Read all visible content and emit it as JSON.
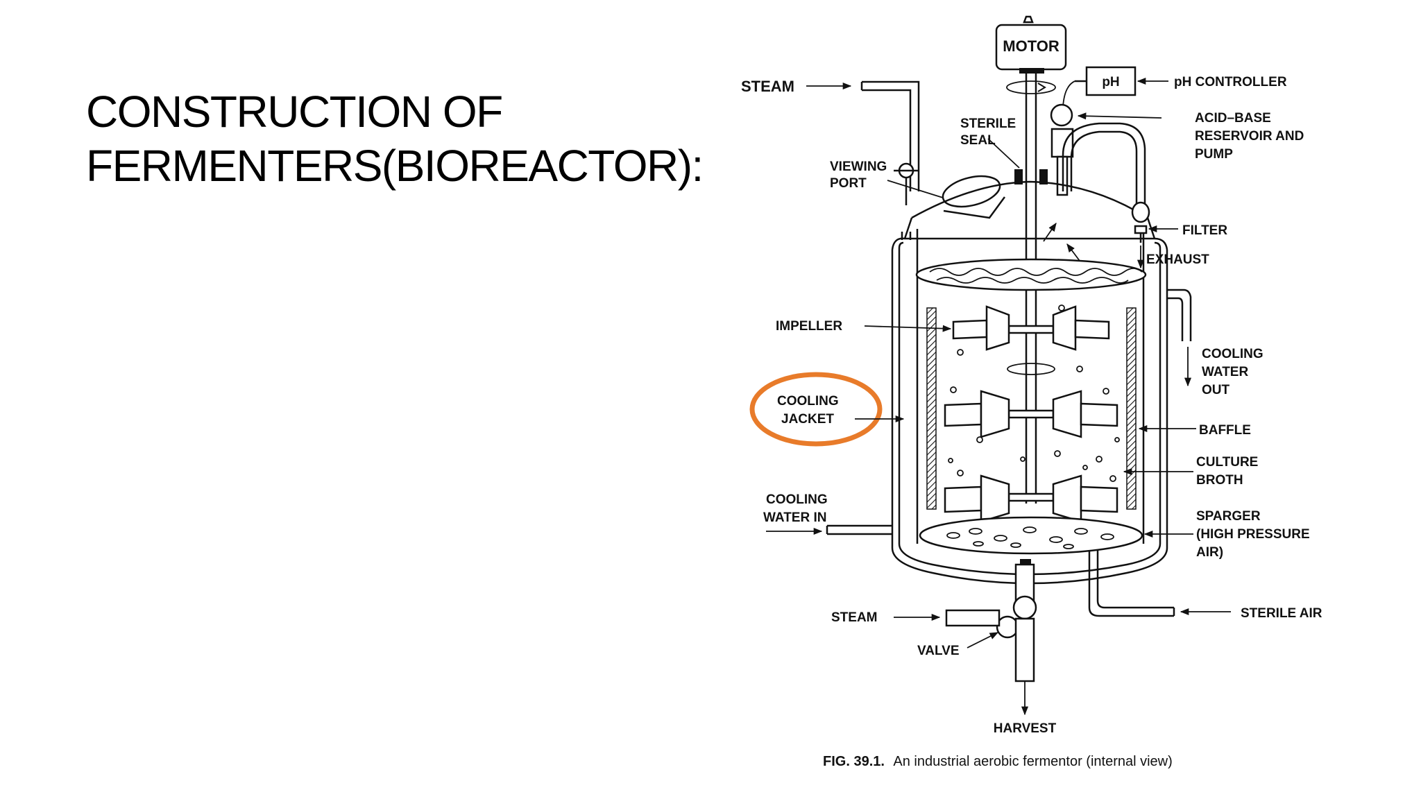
{
  "title": {
    "line1": "CONSTRUCTION OF",
    "line2": "FERMENTERS(BIOREACTOR):"
  },
  "diagram": {
    "labels": {
      "motor": "MOTOR",
      "ph_box": "pH",
      "ph_controller": "pH CONTROLLER",
      "steam_top": "STEAM",
      "sterile_seal_1": "STERILE",
      "sterile_seal_2": "SEAL",
      "acid_base_1": "ACID–BASE",
      "acid_base_2": "RESERVOIR AND",
      "acid_base_3": "PUMP",
      "viewing_port_1": "VIEWING",
      "viewing_port_2": "PORT",
      "filter": "FILTER",
      "exhaust": "EXHAUST",
      "impeller": "IMPELLER",
      "cooling_water_out_1": "COOLING",
      "cooling_water_out_2": "WATER",
      "cooling_water_out_3": "OUT",
      "cooling_jacket_1": "COOLING",
      "cooling_jacket_2": "JACKET",
      "baffle": "BAFFLE",
      "culture_broth_1": "CULTURE",
      "culture_broth_2": "BROTH",
      "cooling_water_in_1": "COOLING",
      "cooling_water_in_2": "WATER IN",
      "sparger_1": "SPARGER",
      "sparger_2": "(HIGH PRESSURE",
      "sparger_3": "AIR)",
      "steam_bottom": "STEAM",
      "sterile_air": "STERILE AIR",
      "valve": "VALVE",
      "harvest": "HARVEST"
    },
    "caption": {
      "prefix": "FIG. 39.1.",
      "text": "An industrial aerobic fermentor (internal view)"
    },
    "highlight_color": "#E87B2A"
  }
}
